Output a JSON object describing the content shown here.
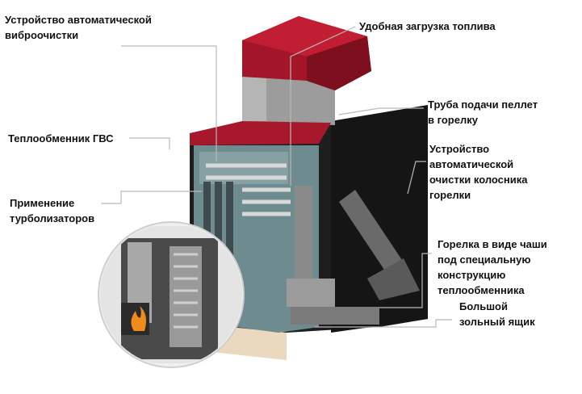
{
  "labels": {
    "vibro_cleaning": [
      "Устройство автоматической",
      "виброочистки"
    ],
    "hot_water_exchanger": [
      "Теплообменник ГВС"
    ],
    "turbulators": [
      "Применение",
      "турболизаторов"
    ],
    "fuel_loading": [
      "Удобная загрузка топлива"
    ],
    "pellet_pipe": [
      "Труба подачи пеллет",
      "в горелку"
    ],
    "grate_cleaning": [
      "Устройство",
      "автоматической",
      "очистки колосника",
      "горелки"
    ],
    "burner_bowl": [
      "Горелка в виде чаши",
      "под специальную",
      "конструкцию",
      "теплообменника"
    ],
    "ash_box": [
      "Большой",
      "зольный ящик"
    ]
  },
  "colors": {
    "lid": "#a3162a",
    "body": "#1c1c1c",
    "interior": "#6f8c90",
    "leader": "#b9b9b9"
  }
}
